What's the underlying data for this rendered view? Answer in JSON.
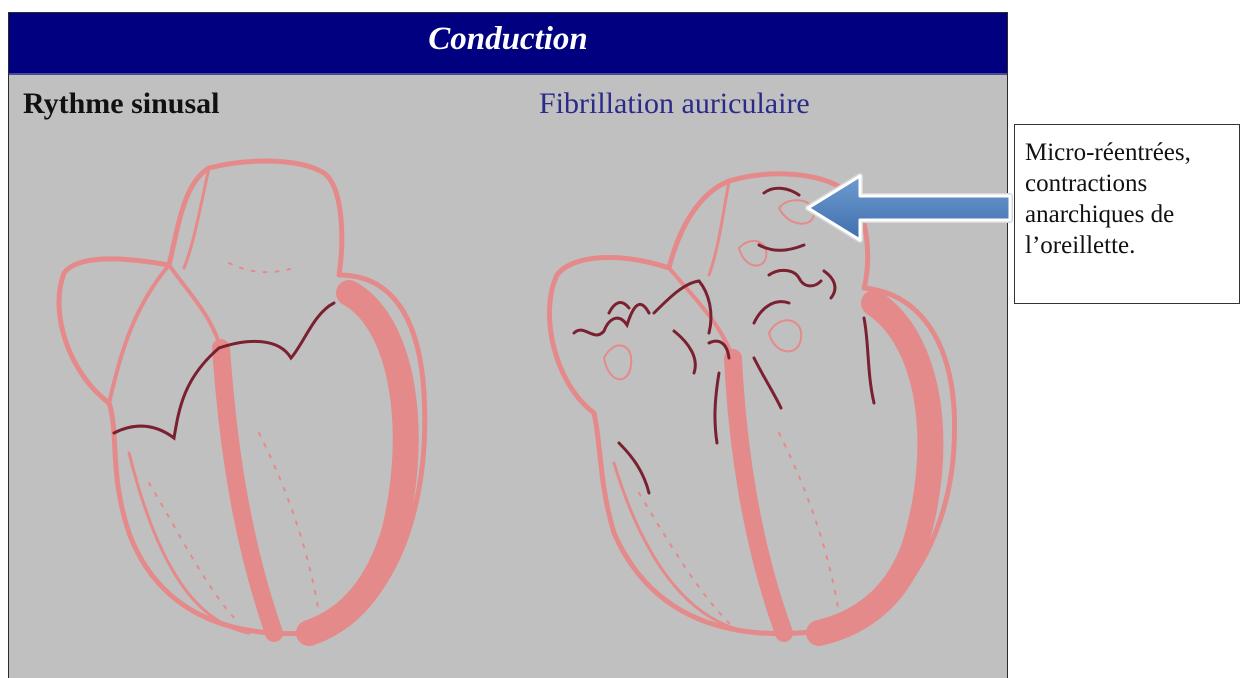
{
  "title": "Conduction",
  "headings": {
    "left": "Rythme sinusal",
    "right": "Fibrillation auriculaire"
  },
  "callout": {
    "lines": [
      "Micro-réentrées,",
      "contractions",
      "anarchiques de",
      "l’oreillette."
    ]
  },
  "colors": {
    "title_bar": "#000080",
    "slide_bg": "#c0c0c0",
    "heart_tissue": "#e58a8a",
    "conduction_path": "#7a2030",
    "arrow": "#4f81bd",
    "right_heading": "#2a2a8a"
  }
}
